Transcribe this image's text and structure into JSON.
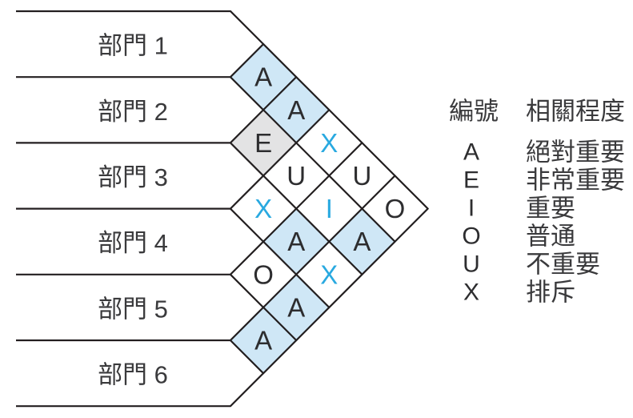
{
  "rows": [
    {
      "label": "部門 1"
    },
    {
      "label": "部門 2"
    },
    {
      "label": "部門 3"
    },
    {
      "label": "部門 4"
    },
    {
      "label": "部門 5"
    },
    {
      "label": "部門 6"
    }
  ],
  "cells": [
    {
      "pair": "1-2",
      "letter": "A",
      "bg": "#cfe7f6",
      "fg": "#2d2d2f"
    },
    {
      "pair": "1-3",
      "letter": "A",
      "bg": "#cfe7f6",
      "fg": "#2d2d2f"
    },
    {
      "pair": "1-4",
      "letter": "X",
      "bg": "#ffffff",
      "fg": "#29a9e0"
    },
    {
      "pair": "1-5",
      "letter": "U",
      "bg": "#ffffff",
      "fg": "#2d2d2f"
    },
    {
      "pair": "1-6",
      "letter": "O",
      "bg": "#ffffff",
      "fg": "#2d2d2f"
    },
    {
      "pair": "2-3",
      "letter": "E",
      "bg": "#e3e3e4",
      "fg": "#2d2d2f"
    },
    {
      "pair": "2-4",
      "letter": "U",
      "bg": "#ffffff",
      "fg": "#2d2d2f"
    },
    {
      "pair": "2-5",
      "letter": "I",
      "bg": "#ffffff",
      "fg": "#29a9e0"
    },
    {
      "pair": "2-6",
      "letter": "A",
      "bg": "#cfe7f6",
      "fg": "#2d2d2f"
    },
    {
      "pair": "3-4",
      "letter": "X",
      "bg": "#ffffff",
      "fg": "#29a9e0"
    },
    {
      "pair": "3-5",
      "letter": "A",
      "bg": "#cfe7f6",
      "fg": "#2d2d2f"
    },
    {
      "pair": "3-6",
      "letter": "X",
      "bg": "#ffffff",
      "fg": "#29a9e0"
    },
    {
      "pair": "4-5",
      "letter": "O",
      "bg": "#ffffff",
      "fg": "#2d2d2f"
    },
    {
      "pair": "4-6",
      "letter": "A",
      "bg": "#cfe7f6",
      "fg": "#2d2d2f"
    },
    {
      "pair": "5-6",
      "letter": "A",
      "bg": "#cfe7f6",
      "fg": "#2d2d2f"
    }
  ],
  "legend": {
    "col_code": "編號",
    "col_degree": "相關程度",
    "items": [
      {
        "code": "A",
        "label": "絕對重要"
      },
      {
        "code": "E",
        "label": "非常重要"
      },
      {
        "code": "I",
        "label": "重要"
      },
      {
        "code": "O",
        "label": "普通"
      },
      {
        "code": "U",
        "label": "不重要"
      },
      {
        "code": "X",
        "label": "排斥"
      }
    ]
  },
  "colors": {
    "line": "#231f20",
    "fill_blue": "#cfe7f6",
    "fill_gray": "#e3e3e4",
    "fill_white": "#ffffff",
    "text_dark": "#2d2d2f",
    "text_cyan": "#29a9e0",
    "label_gray": "#3a3a3c"
  }
}
